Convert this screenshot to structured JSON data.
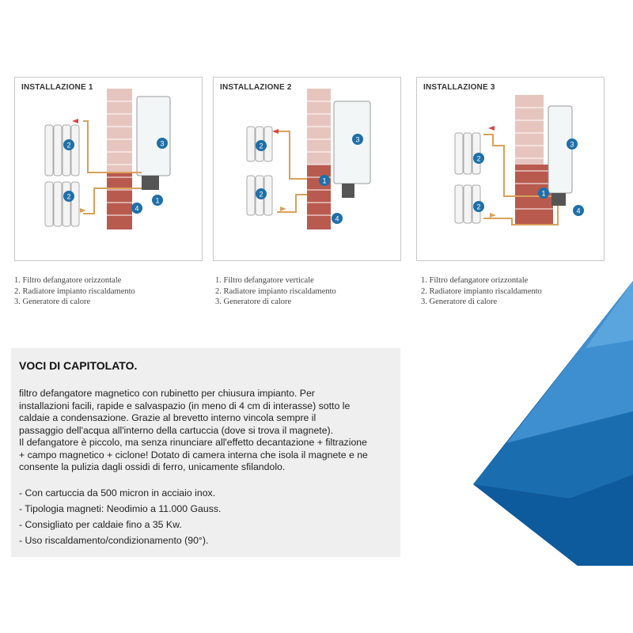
{
  "installations": [
    {
      "title": "INSTALLAZIONE 1",
      "legend": [
        "1. Filtro defangatore orizzontale",
        "2. Radiatore impianto riscaldamento",
        "3. Generatore di calore"
      ]
    },
    {
      "title": "INSTALLAZIONE 2",
      "legend": [
        "1. Filtro defangatore verticale",
        "2. Radiatore impianto riscaldamento",
        "3. Generatore di calore"
      ]
    },
    {
      "title": "INSTALLAZIONE 3",
      "legend": [
        "1. Filtro defangatore orizzontale",
        "2. Radiatore impianto riscaldamento",
        "3. Generatore di calore"
      ]
    }
  ],
  "markers": [
    "1",
    "2",
    "3",
    "4"
  ],
  "spec": {
    "heading": "VOCI DI CAPITOLATO.",
    "lines": [
      "filtro defangatore magnetico con rubinetto per chiusura impianto. Per",
      "installazioni facili, rapide e salvaspazio (in meno di 4 cm di interasse) sotto le",
      "caldaie a condensazione. Grazie al brevetto interno vincola sempre il",
      "passaggio dell'acqua all'interno della cartuccia (dove si trova il magnete).",
      "Il defangatore è piccolo, ma senza rinunciare all'effetto decantazione + filtrazione",
      "+ campo magnetico + ciclone! Dotato di camera interna che isola il magnete e ne",
      "consente la pulizia dagli ossidi di ferro, unicamente sfilandolo."
    ],
    "bullets": [
      "- Con cartuccia da 500 micron in acciaio inox.",
      "- Tipologia magneti: Neodimio a 11.000 Gauss.",
      "- Consigliato per caldaie fino a 35 Kw.",
      "- Uso riscaldamento/condizionamento (90°)."
    ]
  },
  "colors": {
    "brick": "#b85a4e",
    "brick_light": "#e7c5bf",
    "pipe": "#d9a15a",
    "marker": "#1f6fa8",
    "accent_blue": "#1a6eb0"
  }
}
